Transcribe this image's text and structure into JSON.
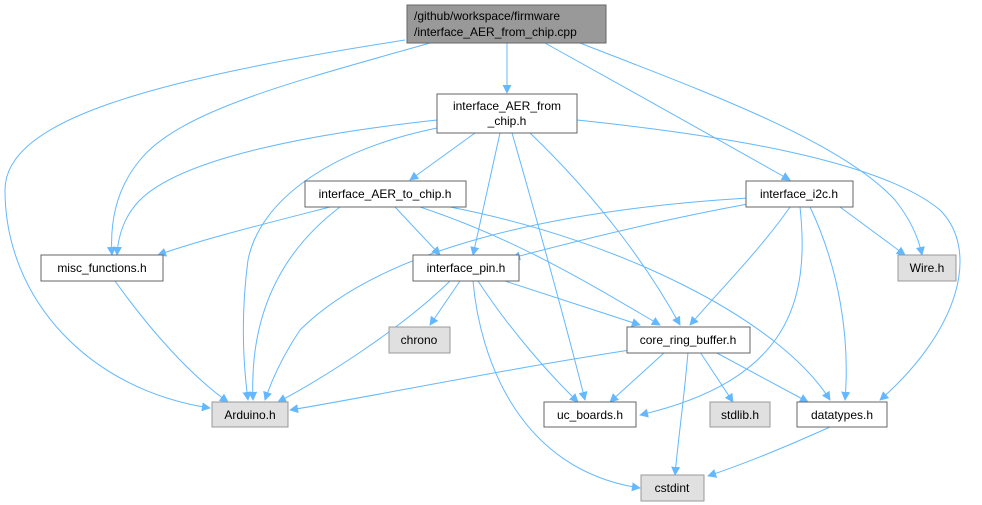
{
  "colors": {
    "edge": "#63b8ff",
    "root_fill": "#999999",
    "local_fill": "#ffffff",
    "system_fill": "#e0e0e0",
    "border": "#666666"
  },
  "nodes": {
    "root": {
      "line1": "/github/workspace/firmware",
      "line2": "/interface_AER_from_chip.cpp"
    },
    "aer_from_chip_h": {
      "line1": "interface_AER_from",
      "line2": "_chip.h"
    },
    "aer_to_chip_h": {
      "label": "interface_AER_to_chip.h"
    },
    "i2c_h": {
      "label": "interface_i2c.h"
    },
    "misc_functions_h": {
      "label": "misc_functions.h"
    },
    "pin_h": {
      "label": "interface_pin.h"
    },
    "wire_h": {
      "label": "Wire.h"
    },
    "chrono": {
      "label": "chrono"
    },
    "ring_buffer_h": {
      "label": "core_ring_buffer.h"
    },
    "arduino_h": {
      "label": "Arduino.h"
    },
    "uc_boards_h": {
      "label": "uc_boards.h"
    },
    "stdlib_h": {
      "label": "stdlib.h"
    },
    "datatypes_h": {
      "label": "datatypes.h"
    },
    "cstdint": {
      "label": "cstdint"
    }
  }
}
